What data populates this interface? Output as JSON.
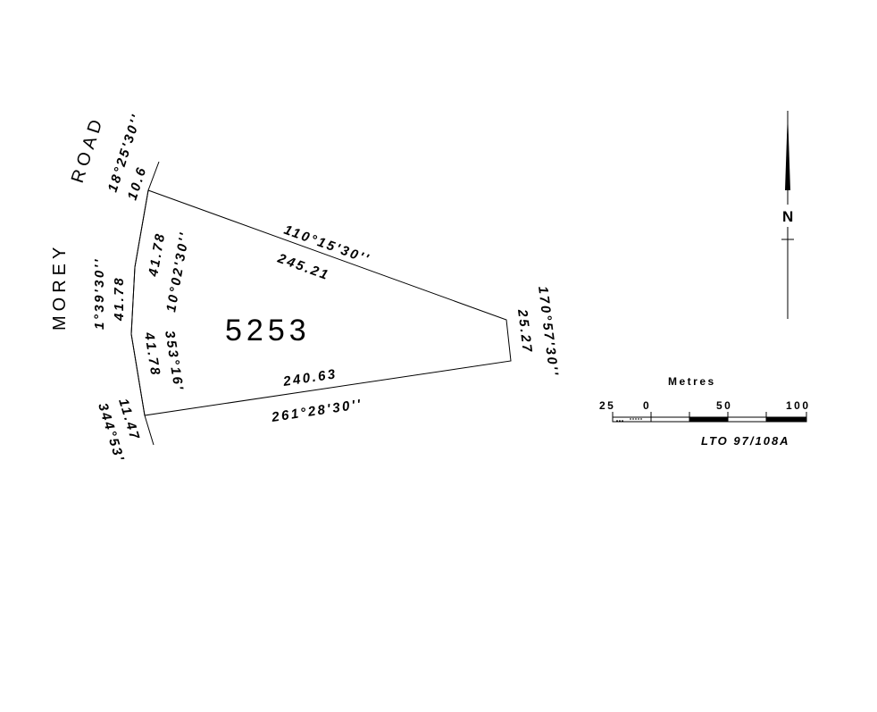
{
  "road": {
    "word1": "ROAD",
    "word2": "MOREY"
  },
  "lot_number": "5253",
  "boundaries": {
    "north_bearing": "110°15'30''",
    "north_distance": "245.21",
    "east_bearing": "170°57'30''",
    "east_distance": "25.27",
    "south_distance": "240.63",
    "south_bearing": "261°28'30''",
    "west_upper_distance": "41.78",
    "west_upper_bearing": "10°02'30''",
    "west_lower_distance": "41.78",
    "west_lower_bearing": "353°16'",
    "road_top_bearing": "18°25'30''",
    "road_top_distance": "10.6",
    "road_mid_bearing": "1°39'30''",
    "road_mid_distance": "41.78",
    "road_bottom_distance": "11.47",
    "road_bottom_bearing": "344°53'"
  },
  "north_arrow": {
    "label": "N"
  },
  "scale_bar": {
    "title": "Metres",
    "ticks": [
      "25",
      "0",
      "50",
      "100"
    ]
  },
  "reference": "LTO 97/108A"
}
